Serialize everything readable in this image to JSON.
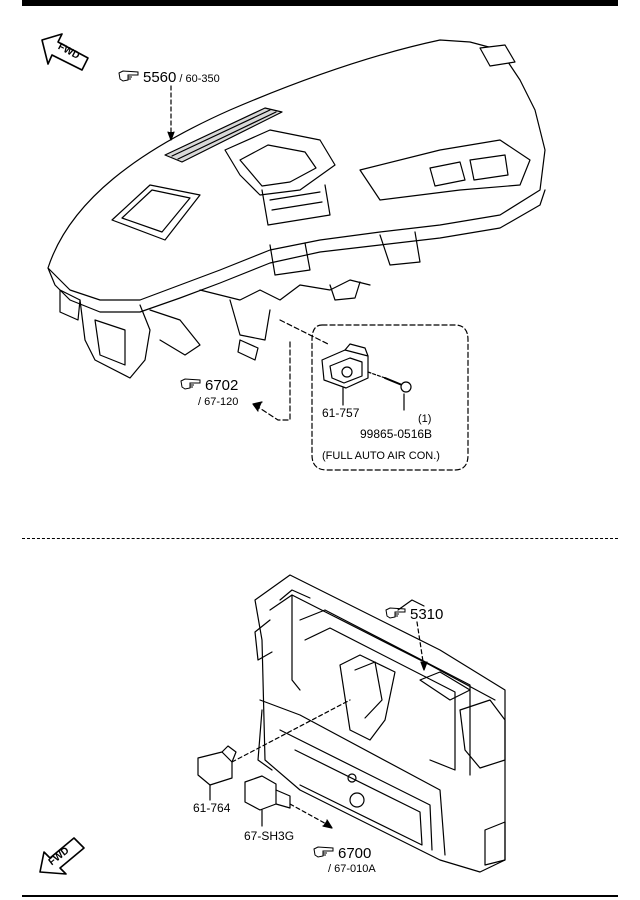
{
  "top_section": {
    "fwd_badge": "FWD",
    "ref_dashboard": {
      "num": "5560",
      "page": "/ 60-350"
    },
    "ref_wiring": {
      "num": "6702",
      "page": "/ 67-120"
    },
    "part_sensor": "61-757",
    "part_screw": "99865-0516B",
    "screw_qty": "(1)",
    "note": "(FULL AUTO AIR CON.)"
  },
  "bottom_section": {
    "fwd_badge": "FWD",
    "ref_frame": {
      "num": "5310"
    },
    "part_sensor": "61-764",
    "part_connector": "67-SH3G",
    "ref_harness": {
      "num": "6700",
      "page": "/ 67-010A"
    }
  },
  "colors": {
    "ink": "#000000",
    "paper": "#ffffff",
    "shade": "#d9d9d9"
  },
  "icons": [
    "fwd-arrow-icon",
    "pointing-hand-icon"
  ]
}
